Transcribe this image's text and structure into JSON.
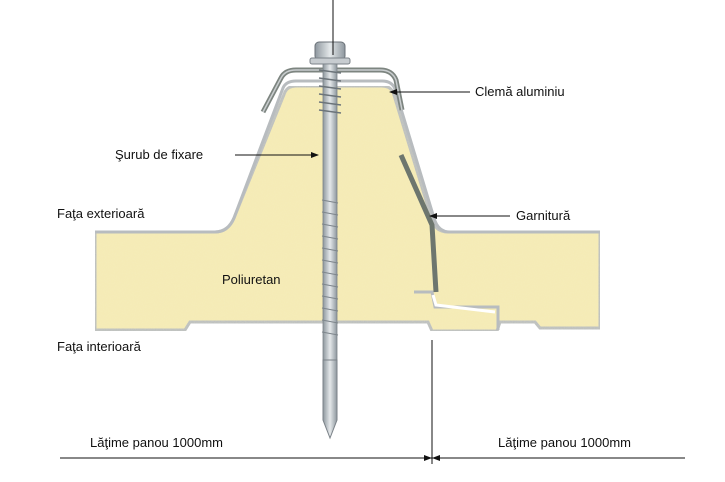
{
  "labels": {
    "clamp": "Clemă aluminiu",
    "screw": "Şurub de fixare",
    "outer_face": "Faţa exterioară",
    "gasket": "Garnitură",
    "foam": "Poliuretan",
    "inner_face": "Faţa interioară",
    "width_left": "Lăţime panou 1000mm",
    "width_right": "Lăţime panou 1000mm"
  },
  "colors": {
    "foam": "#f5ebb4",
    "skin": "#b8bcbf",
    "gasket": "#707a70",
    "steel": "#aeb6bd"
  }
}
